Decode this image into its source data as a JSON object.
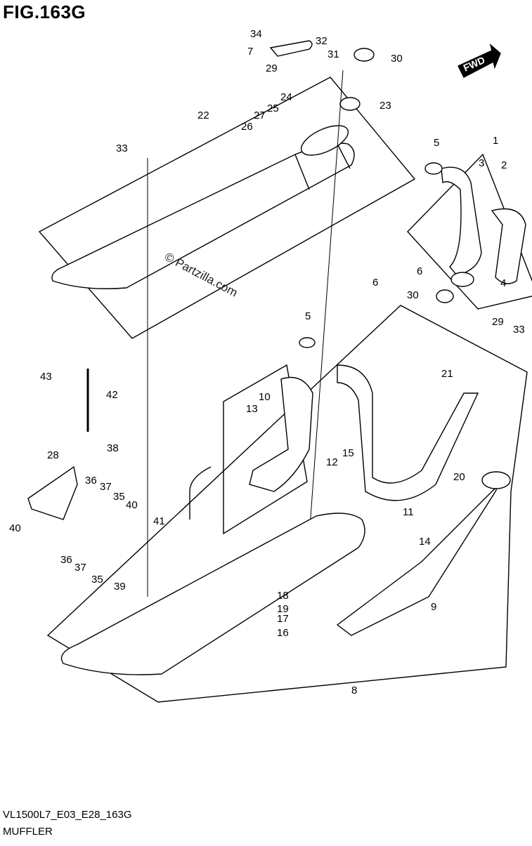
{
  "figure": {
    "title": "FIG.163G",
    "model_code": "VL1500L7_E03_E28_163G",
    "name": "MUFFLER",
    "watermark": "© Partzilla.com",
    "direction_label": "FWD"
  },
  "part_labels": [
    {
      "id": "34",
      "text": "34"
    },
    {
      "id": "32",
      "text": "32"
    },
    {
      "id": "7",
      "text": "7"
    },
    {
      "id": "31",
      "text": "31"
    },
    {
      "id": "30a",
      "text": "30"
    },
    {
      "id": "29a",
      "text": "29"
    },
    {
      "id": "23",
      "text": "23"
    },
    {
      "id": "24",
      "text": "24"
    },
    {
      "id": "25",
      "text": "25"
    },
    {
      "id": "27",
      "text": "27"
    },
    {
      "id": "22",
      "text": "22"
    },
    {
      "id": "26",
      "text": "26"
    },
    {
      "id": "33a",
      "text": "33"
    },
    {
      "id": "5a",
      "text": "5"
    },
    {
      "id": "1",
      "text": "1"
    },
    {
      "id": "3",
      "text": "3"
    },
    {
      "id": "2",
      "text": "2"
    },
    {
      "id": "6a",
      "text": "6"
    },
    {
      "id": "4",
      "text": "4"
    },
    {
      "id": "6b",
      "text": "6"
    },
    {
      "id": "30b",
      "text": "30"
    },
    {
      "id": "5b",
      "text": "5"
    },
    {
      "id": "29b",
      "text": "29"
    },
    {
      "id": "33b",
      "text": "33"
    },
    {
      "id": "43",
      "text": "43"
    },
    {
      "id": "42",
      "text": "42"
    },
    {
      "id": "21",
      "text": "21"
    },
    {
      "id": "10",
      "text": "10"
    },
    {
      "id": "13",
      "text": "13"
    },
    {
      "id": "38",
      "text": "38"
    },
    {
      "id": "28",
      "text": "28"
    },
    {
      "id": "15",
      "text": "15"
    },
    {
      "id": "12",
      "text": "12"
    },
    {
      "id": "20",
      "text": "20"
    },
    {
      "id": "36a",
      "text": "36"
    },
    {
      "id": "37a",
      "text": "37"
    },
    {
      "id": "35a",
      "text": "35"
    },
    {
      "id": "40a",
      "text": "40"
    },
    {
      "id": "40b",
      "text": "40"
    },
    {
      "id": "41",
      "text": "41"
    },
    {
      "id": "11",
      "text": "11"
    },
    {
      "id": "14",
      "text": "14"
    },
    {
      "id": "36b",
      "text": "36"
    },
    {
      "id": "37b",
      "text": "37"
    },
    {
      "id": "35b",
      "text": "35"
    },
    {
      "id": "39",
      "text": "39"
    },
    {
      "id": "18",
      "text": "18"
    },
    {
      "id": "19",
      "text": "19"
    },
    {
      "id": "17",
      "text": "17"
    },
    {
      "id": "16",
      "text": "16"
    },
    {
      "id": "9",
      "text": "9"
    },
    {
      "id": "8",
      "text": "8"
    }
  ]
}
